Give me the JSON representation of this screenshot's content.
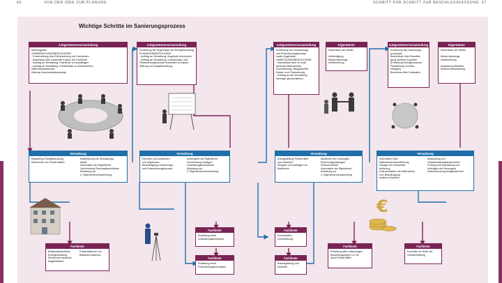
{
  "header": {
    "page_left": "66",
    "left_text": "VON DER IDEE ZUR PLANUNG",
    "right_text": "SCHRITT FÜR SCHRITT ZUR BESCHLUSSFASSUNG",
    "page_right": "67"
  },
  "title": "Wichtige Schritte im Sanierungsprozess",
  "top_boxes": [
    {
      "head": "1.Eigentümerversammlung",
      "body": "Meinungsbild\nVORBEREITUNGSBESCHLÜSSE:\n- Entscheidung über Einbeziehung von Fachleuten\n- Beschluss über maximale Kosten der Fachleute\n- Auftrag an Verwaltung, Fachleute zu beauftragen\n- Auftrag an Verwaltung, Fördermittel zu recherchieren\nWahl Bauausschuss\nKlärung Kommunikationswege"
    },
    {
      "head": "2.Eigentümerversammlung",
      "body": "Erörterung der Ergebnisse der Energieberatung\nPLANUNGSBESCHLÜSSE:\n- Auftrag an Verwaltung, Angebote einzuholen\n- Auftrag an Verwaltung, Umsetzungs- und\n  Finanzierungskonzept erarbeiten zu lassen\nKlärung von Aufgabenteilung"
    },
    {
      "head": "3.Eigentümerversammlung",
      "body": "Erörterung von Umsetzungs-\nund Finanzierungskonzept\nsowie Angeboten\nUMSETZUNGSBESCHLÜSSE:\n- Beschlüsse über zu reali-\n  sierende Maßnahmen,\n  Durchführung, Baugutachter,\n  Kosten und Finanzierung\n- Auftrag an die Verwaltung,\n  Verträge abzuschließen"
    },
    {
      "head": "Eigentümer",
      "body": "Information der Mieter\n\nAnkündigung\nModernisierungs-\nmieterhöhung"
    },
    {
      "head": "4.Eigentümerversammlung",
      "body": "Erörterung des Sanierungs-\nprozesses\nBeschlüsse über Beauftra-\ngung weiterer Experten\n(Erstellung Energieausweis,\nFeststellung von Bau-\nmängeln)\nBeschluss über Evaluation"
    },
    {
      "head": "Eigentümer",
      "body": "Information der Mieter\n\nModernisierungs-\nmieterhöhung\n\nAnpassung Betriebs-\nkostenvorauszahlung"
    }
  ],
  "verwaltung": [
    {
      "head": "Verwaltung",
      "col1": "Begleitung Energieberatung\nRecherche von Fördermitteln",
      "col2": "Abstimmung mit Verwaltungs-\nbeirat\nInformation der Eigentümer\nVorbereitung Planungsbeschlüsse\nEinladung zur\n2. Eigentümerversammlung"
    },
    {
      "head": "Verwaltung",
      "col1": "Einholen und Auswerten\nvon Angeboten\nBeauftragung Umsetzungs-\nund Finanzierungskonzept",
      "col2": "Information der Eigentümer\nVorbereitung Vorlagen\nUmsetzungsbeschlüsse\nEinladung zur\n3. Eigentümerversammlung"
    },
    {
      "head": "Verwaltung",
      "col1": "Antragstellung Fördermittel\nund Darlehen\nVergabe von Aufträgen an\nBaufirmen",
      "col2": "Abnahme der Leistungen\nRechnungsprüfungen\nFinanzcontrolle\nInformation der Eigentümer\nEinladung zur\n4. Eigentümerversammlung"
    },
    {
      "head": "Verwaltung",
      "col1": "Information über\nMaßnahmendurchführung\nVorlage der Gesamtab-\nrechnung\nDokumentation der Maßnahme\nevtl. Beauftragung\nweiterer Experten",
      "col2": "Abwicklung von\nGewährleistungsansprüchen\nPrüfung und Anpassung von\nVerträgen mit Versorgern\nNutzerschulung Anlagentechnik"
    }
  ],
  "fachleute": [
    {
      "head": "Fachleute",
      "body": "Bestandsaufnahme\nEnergieberatung\nRecherche baulicher\nMöglichkeiten",
      "body2": "Präsentationen von\nBausinformationen"
    },
    {
      "head": "Fachleute",
      "body": "Erstellung eines\nUmsetzungskonzeptes"
    },
    {
      "head": "Fachleute",
      "body": "Erstellung eines\nFinanzierungskonzeptes"
    },
    {
      "head": "Fachleute",
      "body": "Koordination\nDurchführung"
    },
    {
      "head": "Fachleute",
      "body": "Baubegleitung und\nkontrolle"
    },
    {
      "head": "Fachleute",
      "body": "Erstellung aller notwendigen\nBescheinigungen u.a. für\nAbruf Fördermittel"
    },
    {
      "head": "Fachleute",
      "body": "Kontrolle vor Ende der\nGewährleistung"
    }
  ],
  "colors": {
    "magenta": "#7a2355",
    "blue": "#1f6fa8",
    "panel": "#f3e6ec"
  }
}
